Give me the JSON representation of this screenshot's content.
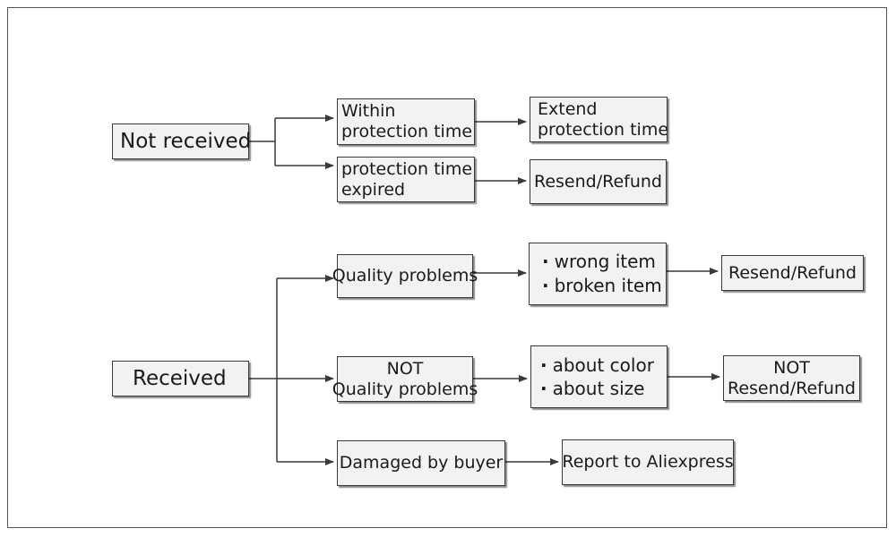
{
  "nodes": {
    "not_received": [
      "Not received"
    ],
    "within_protection": [
      "Within",
      "protection time"
    ],
    "extend_protection": [
      "Extend",
      "protection time"
    ],
    "protection_expired": [
      "protection time",
      "expired"
    ],
    "resend_refund_1": [
      "Resend/Refund"
    ],
    "received": [
      "Received"
    ],
    "quality_problems": [
      "Quality problems"
    ],
    "quality_examples": [
      "wrong item",
      "broken item"
    ],
    "resend_refund_2": [
      "Resend/Refund"
    ],
    "not_quality_problems": [
      "NOT",
      "Quality problems"
    ],
    "not_quality_examples": [
      "about color",
      "about size"
    ],
    "not_resend_refund": [
      "NOT",
      "Resend/Refund"
    ],
    "damaged_by_buyer": [
      "Damaged by buyer"
    ],
    "report_aliexpress": [
      "Report to Aliexpress"
    ]
  },
  "colors": {
    "box_fill": "#f2f2f2",
    "line": "#3a3a3a",
    "frame": "#555555"
  }
}
